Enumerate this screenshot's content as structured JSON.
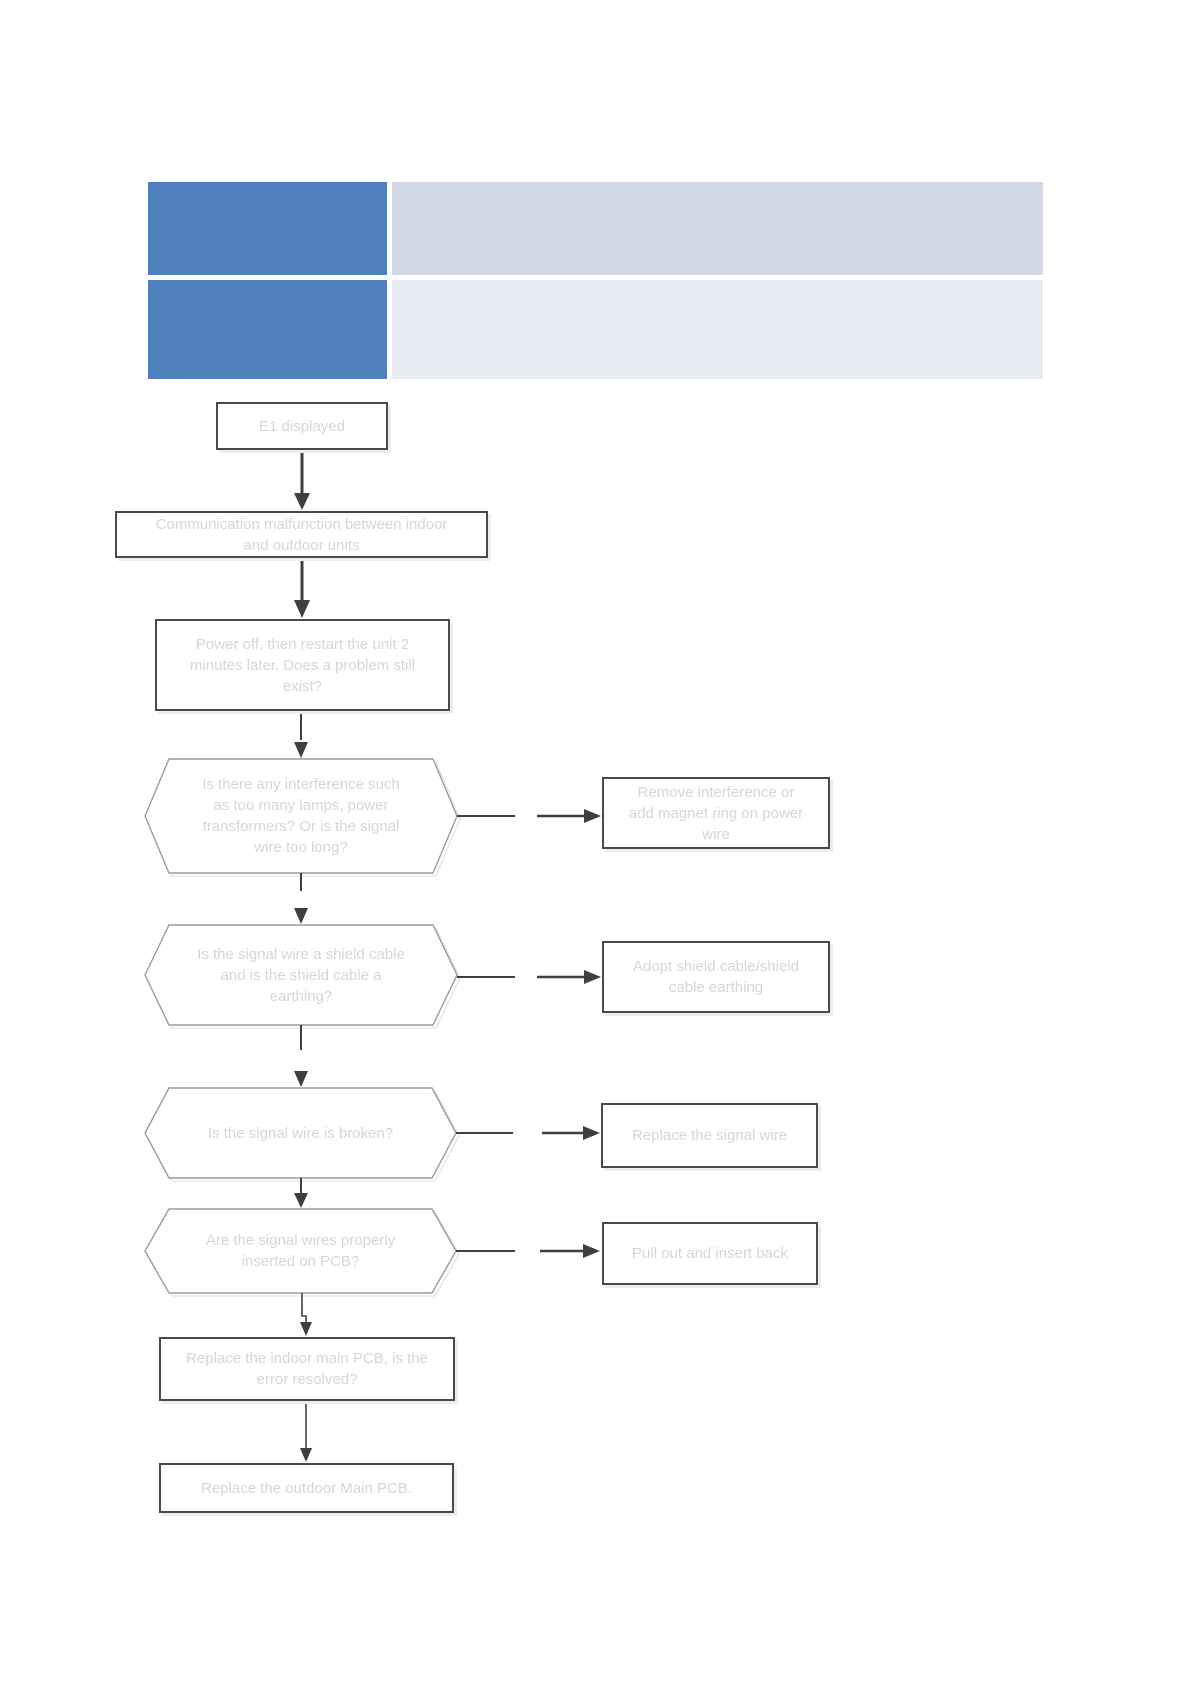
{
  "info_table": {
    "header_bg": "#4e80bf",
    "row1_body_bg": "#d2d8e5",
    "row2_body_bg": "#e9ebf3",
    "rows": [
      {
        "header_text": "",
        "body_text": ""
      },
      {
        "header_text": "",
        "body_text": ""
      }
    ]
  },
  "flowchart": {
    "text_color": "#d6d6d6",
    "line_color": "#3f3f3f",
    "box_border_color": "#4a4a4a",
    "hexagon_border_color": "#9c9c9c",
    "nodes": {
      "start": {
        "lines": [
          "E1 displayed"
        ]
      },
      "malfunction": {
        "lines": [
          "Communication malfunction between indoor",
          "and outdoor units"
        ]
      },
      "power_off": {
        "lines": [
          "Power off, then restart the unit 2",
          "minutes later. Does a problem still",
          "exist?"
        ]
      },
      "interference": {
        "lines": [
          "Is there any interference such",
          "as too many lamps, power",
          "transformers? Or is the signal",
          "wire too long?"
        ]
      },
      "remove_interference": {
        "lines": [
          "Remove interference or",
          "add magnet ring on power",
          "wire"
        ]
      },
      "shield_cable": {
        "lines": [
          "Is the signal wire a shield cable",
          "and is the shield cable a",
          "earthing?"
        ]
      },
      "adopt_shield": {
        "lines": [
          "Adopt shield cable/shield",
          "cable earthing"
        ]
      },
      "wire_broken": {
        "lines": [
          "Is the signal wire is broken?"
        ]
      },
      "replace_signal_wire": {
        "lines": [
          "Replace the signal wire"
        ]
      },
      "wires_inserted": {
        "lines": [
          "Are the signal wires properly",
          "inserted on PCB?"
        ]
      },
      "pull_out": {
        "lines": [
          "Pull out and insert back"
        ]
      },
      "replace_indoor": {
        "lines": [
          "Replace the indoor main PCB, is the",
          "error resolved?"
        ]
      },
      "replace_outdoor": {
        "lines": [
          "Replace the outdoor Main PCB."
        ]
      }
    }
  }
}
